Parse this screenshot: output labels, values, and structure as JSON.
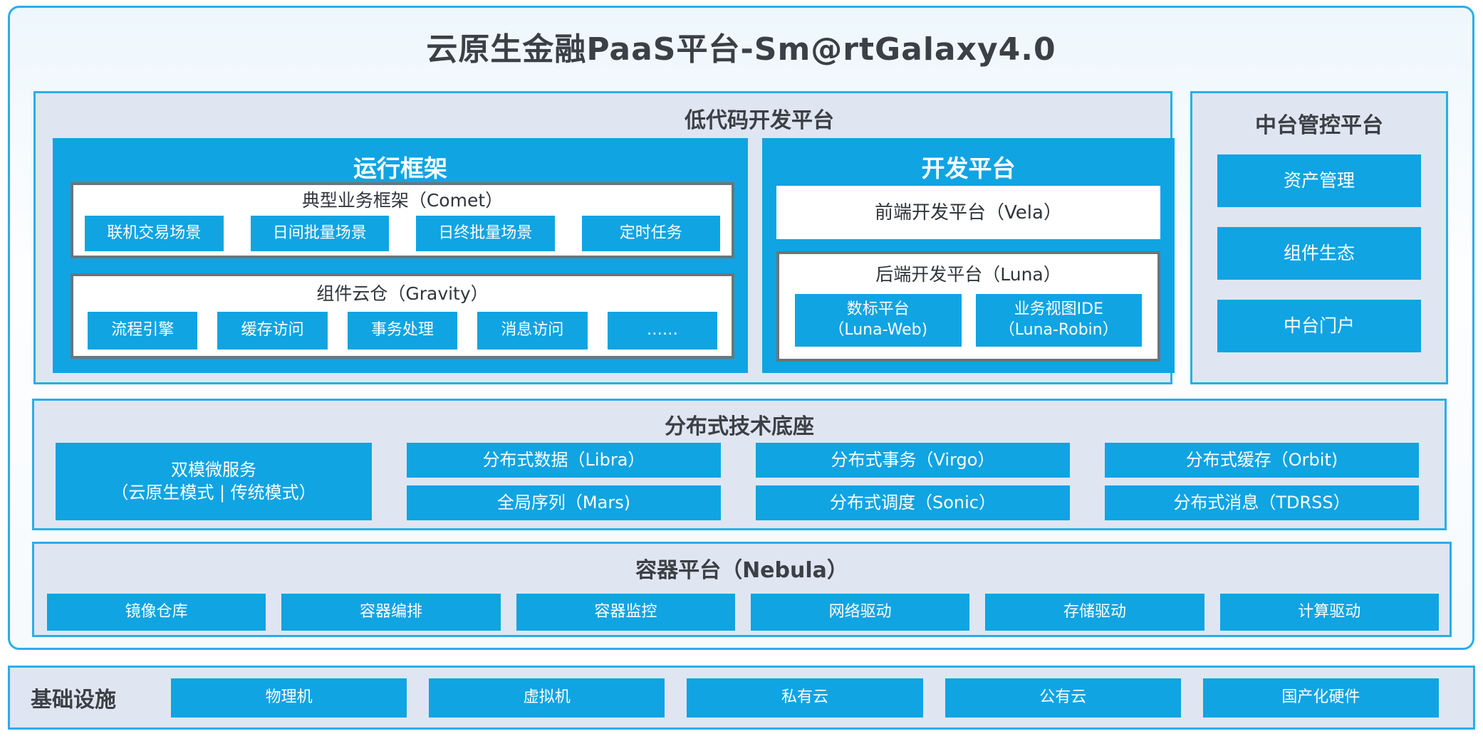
{
  "title": "云原生金融PaaS平台-Sm@rtGalaxy4.0",
  "colors": {
    "accent_blue": "#10a4e3",
    "border_cyan": "#2aaee9",
    "panel_background": "#dfe6f1",
    "dark_text": "#3b4046",
    "gray_border": "#6e747c"
  },
  "lowcode": {
    "title": "低代码开发平台",
    "runtime": {
      "title": "运行框架",
      "comet": {
        "title": "典型业务框架（Comet）",
        "items": [
          "联机交易场景",
          "日间批量场景",
          "日终批量场景",
          "定时任务"
        ]
      },
      "gravity": {
        "title": "组件云仓（Gravity）",
        "items": [
          "流程引擎",
          "缓存访问",
          "事务处理",
          "消息访问",
          "……"
        ]
      }
    },
    "dev": {
      "title": "开发平台",
      "vela": {
        "title": "前端开发平台（Vela）"
      },
      "luna": {
        "title": "后端开发平台（Luna）",
        "items": [
          {
            "line1": "数标平台",
            "line2": "（Luna-Web)"
          },
          {
            "line1": "业务视图IDE",
            "line2": "（Luna-Robin）"
          }
        ]
      }
    }
  },
  "middle": {
    "title": "中台管控平台",
    "items": [
      "资产管理",
      "组件生态",
      "中台门户"
    ]
  },
  "distributed": {
    "title": "分布式技术底座",
    "dual_mode": {
      "line1": "双模微服务",
      "line2": "（云原生模式 | 传统模式）"
    },
    "columns": [
      [
        "分布式数据（Libra）",
        "全局序列（Mars)"
      ],
      [
        "分布式事务（Virgo）",
        "分布式调度（Sonic）"
      ],
      [
        "分布式缓存（Orbit)",
        "分布式消息（TDRSS）"
      ]
    ]
  },
  "container": {
    "title": "容器平台（Nebula）",
    "items": [
      "镜像仓库",
      "容器编排",
      "容器监控",
      "网络驱动",
      "存储驱动",
      "计算驱动"
    ]
  },
  "infrastructure": {
    "label": "基础设施",
    "items": [
      "物理机",
      "虚拟机",
      "私有云",
      "公有云",
      "国产化硬件"
    ]
  }
}
